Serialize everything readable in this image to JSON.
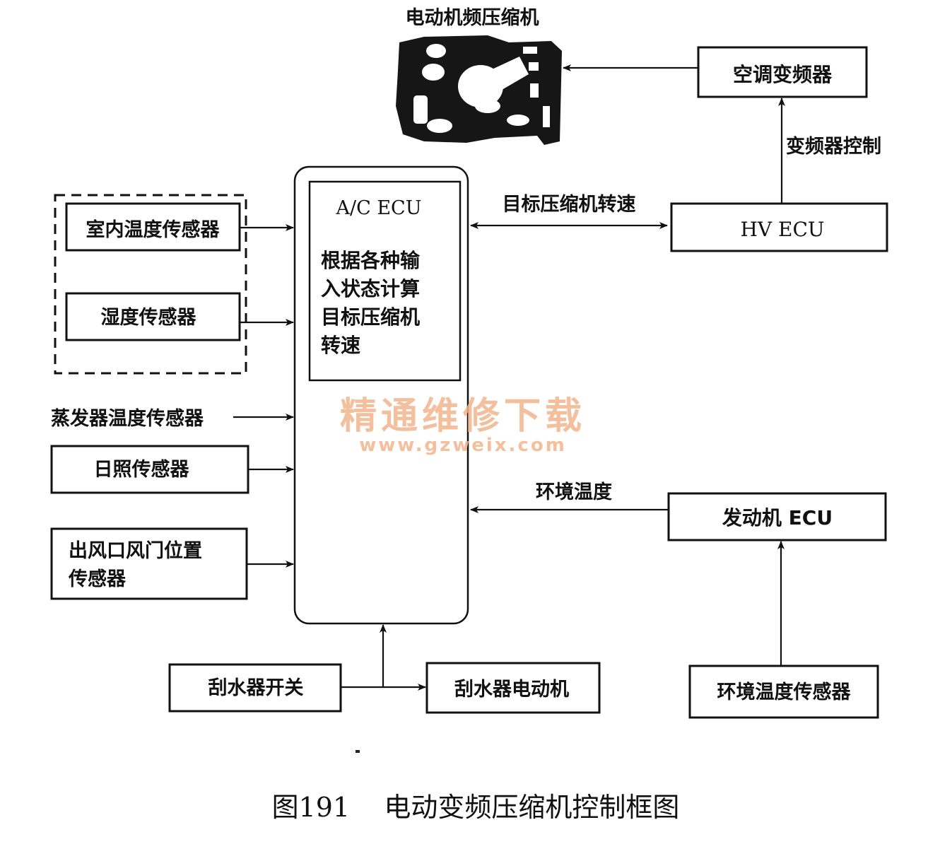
{
  "labels": {
    "compressor": "电动机频压缩机",
    "ac_inverter": "空调变频器",
    "inverter_control": "变频器控制",
    "target_speed": "目标压缩机转速",
    "hv_ecu": "HV ECU",
    "ac_ecu_title": "A/C ECU",
    "ac_ecu_desc": [
      "根据各种输",
      "入状态计算",
      "目标压缩机",
      "转速"
    ],
    "indoor_temp_sensor": "室内温度传感器",
    "humidity_sensor": "湿度传感器",
    "evaporator_temp_sensor": "蒸发器温度传感器",
    "sunlight_sensor": "日照传感器",
    "outlet_door_sensor": [
      "出风口风门位置",
      "传感器"
    ],
    "ambient_temp": "环境温度",
    "engine_ecu": "发动机  ECU",
    "ambient_temp_sensor": "环境温度传感器",
    "wiper_switch": "刮水器开关",
    "wiper_motor": "刮水器电动机",
    "caption": "图191    电动变频压缩机控制框图"
  },
  "watermark": {
    "text": "精通维修下载",
    "url": "www.gzweix.com",
    "color": "#f2b48c"
  }
}
